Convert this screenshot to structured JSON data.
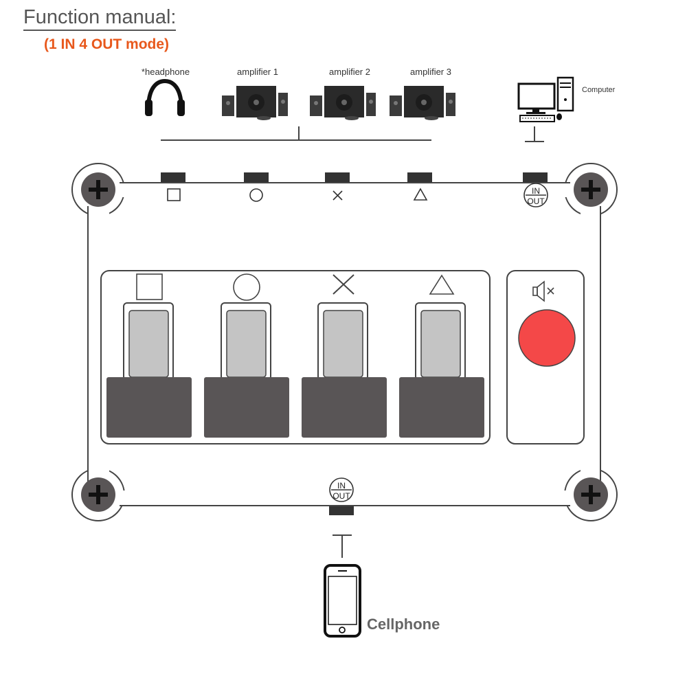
{
  "header": {
    "title": "Function manual:",
    "subtitle": "(1 IN 4 OUT mode)",
    "subtitle_color": "#e8581c"
  },
  "devices": {
    "headphone": "*headphone",
    "amplifier_1": "amplifier 1",
    "amplifier_2": "amplifier 2",
    "amplifier_3": "amplifier 3",
    "computer": "Computer",
    "cellphone": "Cellphone"
  },
  "port_icons": {
    "in": "IN",
    "out": "OUT"
  },
  "buttons": [
    "square",
    "circle",
    "cross",
    "triangle"
  ],
  "mute_button": {
    "icon": "speaker-mute-icon",
    "color": "#f44848"
  },
  "colors": {
    "panel_dark": "#595556",
    "key_cap": "#c4c4c4",
    "outline": "#444444"
  }
}
